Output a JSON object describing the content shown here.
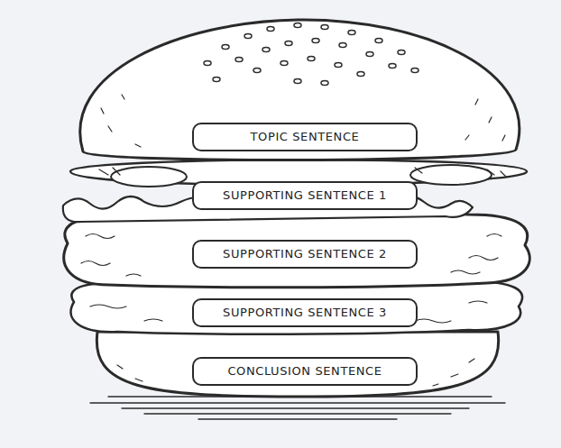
{
  "diagram": {
    "nodes": [
      {
        "text": [
          "TOPIC SENTENCE"
        ]
      },
      {
        "text": [
          "SUPPORTING SENTENCE 1"
        ]
      },
      {
        "text": [
          "SUPPORTING SENTENCE 2"
        ]
      },
      {
        "text": [
          "SUPPORTING SENTENCE 3"
        ]
      },
      {
        "text": [
          "CONCLUSION SENTENCE"
        ]
      }
    ]
  }
}
